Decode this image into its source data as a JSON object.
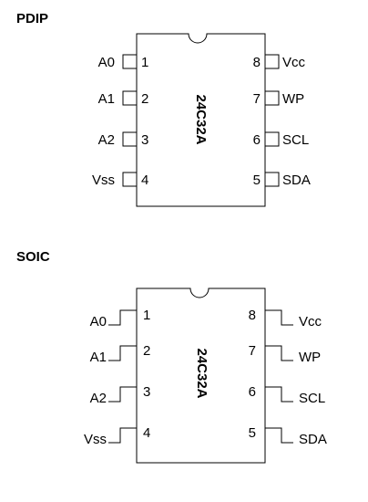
{
  "packages": [
    {
      "title": "PDIP",
      "chip_label": "24C32A",
      "pins": [
        {
          "number": "1",
          "name": "A0"
        },
        {
          "number": "2",
          "name": "A1"
        },
        {
          "number": "3",
          "name": "A2"
        },
        {
          "number": "4",
          "name": "Vss"
        },
        {
          "number": "8",
          "name": "Vcc"
        },
        {
          "number": "7",
          "name": "WP"
        },
        {
          "number": "6",
          "name": "SCL"
        },
        {
          "number": "5",
          "name": "SDA"
        }
      ]
    },
    {
      "title": "SOIC",
      "chip_label": "24C32A",
      "pins": [
        {
          "number": "1",
          "name": "A0"
        },
        {
          "number": "2",
          "name": "A1"
        },
        {
          "number": "3",
          "name": "A2"
        },
        {
          "number": "4",
          "name": "Vss"
        },
        {
          "number": "8",
          "name": "Vcc"
        },
        {
          "number": "7",
          "name": "WP"
        },
        {
          "number": "6",
          "name": "SCL"
        },
        {
          "number": "5",
          "name": "SDA"
        }
      ]
    }
  ]
}
